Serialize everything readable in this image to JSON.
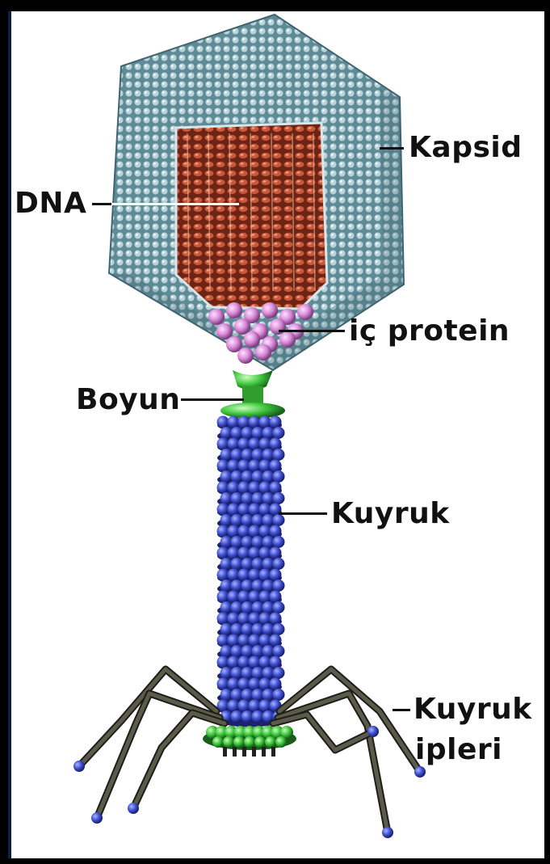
{
  "labels": {
    "kapsid": "Kapsid",
    "dna": "DNA",
    "ic_protein": "iç protein",
    "boyun": "Boyun",
    "kuyruk": "Kuyruk",
    "kuyruk_ipleri_line1": "Kuyruk",
    "kuyruk_ipleri_line2": "ipleri"
  },
  "colors": {
    "capsid": "#7fa6b0",
    "dna": "#a8432a",
    "inner_protein": "#d98ad9",
    "neck": "#3ec43a",
    "tail": "#3446b4",
    "tail_fibers": "#3a3a30",
    "fiber_tips": "#3c4cc0"
  }
}
